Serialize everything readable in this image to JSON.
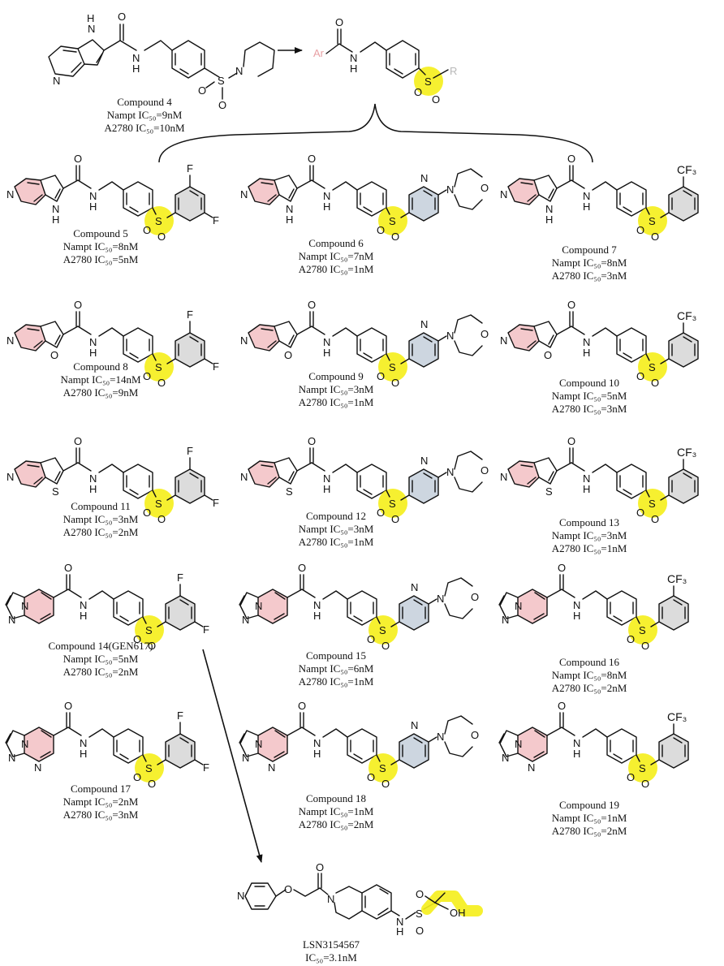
{
  "colors": {
    "ring_highlight": "#f4c9cc",
    "pyridine_highlight": "#cdd6e0",
    "sulfonyl_highlight": "#f5ee1a",
    "ink": "#111111"
  },
  "atoms": {
    "n": "N",
    "nh": "N",
    "h": "H",
    "o": "O",
    "s": "S",
    "f": "F",
    "cf3": "CF₃",
    "ar": "Ar",
    "r": "R",
    "oh": "OH"
  },
  "lead": {
    "name": "Compound 4",
    "line1": "Nampt IC₅₀=9nM",
    "line2": "A2780 IC₅₀=10nM"
  },
  "compounds": [
    {
      "id": "5",
      "core": "pyrrolo",
      "tail": "difluorophenyl",
      "name": "Compound 5",
      "line1": "Nampt IC₅₀=8nM",
      "line2": "A2780 IC₅₀=5nM"
    },
    {
      "id": "6",
      "core": "pyrrolo",
      "tail": "morpholinopyridine",
      "name": "Compound 6",
      "line1": "Nampt IC₅₀=7nM",
      "line2": "A2780 IC₅₀=1nM"
    },
    {
      "id": "7",
      "core": "pyrrolo",
      "tail": "trifluoromethylphenyl",
      "name": "Compound 7",
      "line1": "Nampt IC₅₀=8nM",
      "line2": "A2780 IC₅₀=3nM"
    },
    {
      "id": "8",
      "core": "furo",
      "tail": "difluorophenyl",
      "name": "Compound 8",
      "line1": "Nampt IC₅₀=14nM",
      "line2": "A2780 IC₅₀=9nM"
    },
    {
      "id": "9",
      "core": "furo",
      "tail": "morpholinopyridine",
      "name": "Compound 9",
      "line1": "Nampt IC₅₀=3nM",
      "line2": "A2780 IC₅₀=1nM"
    },
    {
      "id": "10",
      "core": "furo",
      "tail": "trifluoromethylphenyl",
      "name": "Compound 10",
      "line1": "Nampt IC₅₀=5nM",
      "line2": "A2780 IC₅₀=3nM"
    },
    {
      "id": "11",
      "core": "thieno",
      "tail": "difluorophenyl",
      "name": "Compound 11",
      "line1": "Nampt IC₅₀=3nM",
      "line2": "A2780 IC₅₀=2nM"
    },
    {
      "id": "12",
      "core": "thieno",
      "tail": "morpholinopyridine",
      "name": "Compound 12",
      "line1": "Nampt IC₅₀=3nM",
      "line2": "A2780 IC₅₀=1nM"
    },
    {
      "id": "13",
      "core": "thieno",
      "tail": "trifluoromethylphenyl",
      "name": "Compound 13",
      "line1": "Nampt IC₅₀=3nM",
      "line2": "A2780 IC₅₀=1nM"
    },
    {
      "id": "14",
      "core": "imidazopyridine",
      "tail": "difluorophenyl",
      "name": "Compound 14(GEN617)",
      "line1": "Nampt IC₅₀=5nM",
      "line2": "A2780 IC₅₀=2nM"
    },
    {
      "id": "15",
      "core": "imidazopyridine",
      "tail": "morpholinopyridine",
      "name": "Compound 15",
      "line1": "Nampt IC₅₀=6nM",
      "line2": "A2780 IC₅₀=1nM"
    },
    {
      "id": "16",
      "core": "imidazopyridine",
      "tail": "trifluoromethylphenyl",
      "name": "Compound 16",
      "line1": "Nampt IC₅₀=8nM",
      "line2": "A2780 IC₅₀=2nM"
    },
    {
      "id": "17",
      "core": "imidazopyrimidine",
      "tail": "difluorophenyl",
      "name": "Compound 17",
      "line1": "Nampt IC₅₀=2nM",
      "line2": "A2780 IC₅₀=3nM"
    },
    {
      "id": "18",
      "core": "imidazopyrimidine",
      "tail": "morpholinopyridine",
      "name": "Compound 18",
      "line1": "Nampt IC₅₀=1nM",
      "line2": "A2780 IC₅₀=2nM"
    },
    {
      "id": "19",
      "core": "imidazopyrimidine",
      "tail": "trifluoromethylphenyl",
      "name": "Compound 19",
      "line1": "Nampt IC₅₀=1nM",
      "line2": "A2780 IC₅₀=2nM"
    }
  ],
  "final": {
    "name": "LSN3154567",
    "line1": "IC₅₀=3.1nM"
  }
}
